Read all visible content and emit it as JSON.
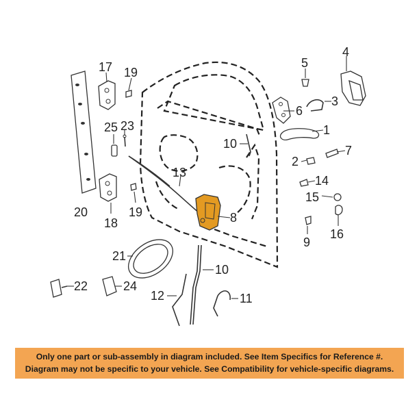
{
  "callouts": {
    "c1": "1",
    "c2": "2",
    "c3": "3",
    "c4": "4",
    "c5": "5",
    "c6": "6",
    "c7": "7",
    "c8": "8",
    "c9": "9",
    "c10a": "10",
    "c10b": "10",
    "c11": "11",
    "c12": "12",
    "c13": "13",
    "c14": "14",
    "c15": "15",
    "c16": "16",
    "c17": "17",
    "c18": "18",
    "c19a": "19",
    "c19b": "19",
    "c20": "20",
    "c21": "21",
    "c22": "22",
    "c23": "23",
    "c24": "24",
    "c25": "25"
  },
  "highlight_color": "#e39a22",
  "notice": {
    "line1": "Only one part or sub-assembly in diagram included. See Item Specifics for Reference #.",
    "line2": "Diagram may not be specific to your vehicle. See Compatibility for vehicle-specific diagrams.",
    "background": "#f3a552"
  }
}
